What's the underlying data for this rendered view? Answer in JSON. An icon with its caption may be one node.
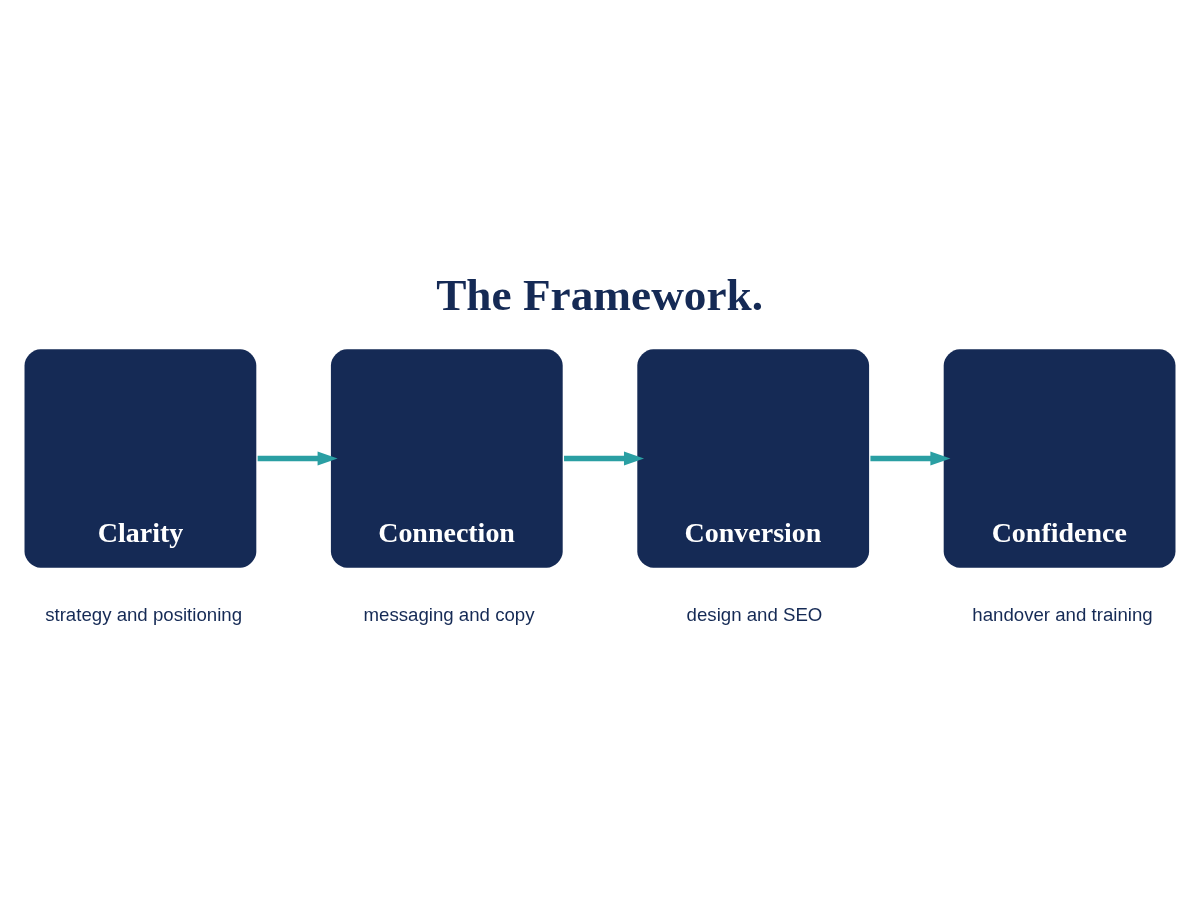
{
  "diagram": {
    "title": "The Framework.",
    "nodes": [
      {
        "text": [
          "Clarity"
        ],
        "beside": [
          "strategy and positioning"
        ]
      },
      {
        "text": [
          "Connection"
        ],
        "beside": [
          "messaging and copy"
        ]
      },
      {
        "text": [
          "Conversion"
        ],
        "beside": [
          "design and SEO"
        ]
      },
      {
        "text": [
          "Confidence"
        ],
        "beside": [
          "handover and training"
        ]
      }
    ],
    "edges": [
      {
        "from": 0,
        "to": 1,
        "arrow": "to"
      },
      {
        "from": 1,
        "to": 2,
        "arrow": "to"
      },
      {
        "from": 2,
        "to": 3,
        "arrow": "to"
      }
    ]
  }
}
